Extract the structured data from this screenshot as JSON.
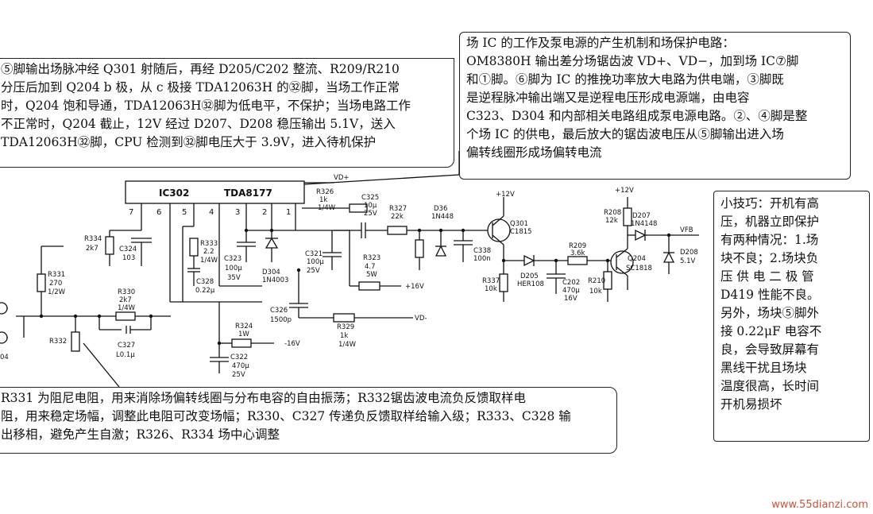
{
  "notes": {
    "top_left": [
      "⑤脚输出场脉冲经 Q301 射随后，再经 D205/C202 整流、R209/R210",
      "分压后加到 Q204 b 极，从 c 极接 TDA12063H 的㉜脚，当场工作正常",
      "时，Q204 饱和导通，TDA12063H㉜脚为低电平，不保护；当场电路工作",
      "不正常时，Q204 截止，12V 经过 D207、D208 稳压输出 5.1V，送入",
      "TDA12063H㉜脚，CPU 检测到㉜脚电压大于 3.9V，进入待机保护"
    ],
    "top_right": [
      "场 IC 的工作及泵电源的产生机制和场保护电路：",
      "OM8380H 输出差分场锯齿波 VD+、VD−，加到场 IC⑦脚",
      "和①脚。⑥脚为 IC 的推挽功率放大电路为供电端，③脚既",
      "是逆程脉冲输出端又是逆程电压形成电源端，由电容",
      "C323、D304 和内部相关电路组成泵电源电路。②、④脚是整",
      "个场 IC 的供电，最后放大的锯齿波电压从⑤脚输出进入场",
      "偏转线圈形成场偏转电流"
    ],
    "bottom": [
      "R331 为阻尼电阻，用来消除场偏转线圈与分布电容的自由振荡；R332锯齿波电流负反馈取样电",
      "阻，用来稳定场幅，调整此电阻可改变场幅；R330、C327 传递负反馈取样给输入级；R333、C328 输",
      "出移相，避免产生自激；R326、R334 场中心调整"
    ],
    "right": [
      "小技巧：开机有高",
      "压，机器立即保护",
      "有两种情况：1.场",
      "块不良；2.场块负",
      "压 供 电 二 极 管",
      "D419 性能不良。",
      "另外，场块⑤脚外",
      "接 0.22μF 电容不",
      "良，会导致屏幕有",
      "黑线干扰且场块",
      "温度很高，长时间",
      "开机易损坏"
    ]
  },
  "schematic": {
    "ic": {
      "ref": "IC302",
      "part": "TDA8177",
      "pins": [
        "7",
        "6",
        "5",
        "4",
        "3",
        "2",
        "1"
      ]
    },
    "components": {
      "r326": [
        "R326",
        "1k",
        "1/4W"
      ],
      "c325": [
        "C325",
        "10μ",
        "25V"
      ],
      "r327": [
        "R327",
        "22k"
      ],
      "d36": [
        "D36",
        "1N448"
      ],
      "q301": [
        "Q301",
        "C1815"
      ],
      "c338": [
        "C338",
        "100n"
      ],
      "r337": [
        "R337",
        "10k"
      ],
      "d205": [
        "D205",
        "HER108"
      ],
      "r209": [
        "R209",
        "3.6k"
      ],
      "c202": [
        "C202",
        "470μ",
        "16V"
      ],
      "r208": [
        "R208",
        "12k"
      ],
      "d207": [
        "D207",
        "1N4148"
      ],
      "q204": [
        "Q204",
        "SC1818"
      ],
      "r210": [
        "R210",
        "10k"
      ],
      "d208": [
        "D208",
        "5.1V"
      ],
      "r334": [
        "R334",
        "2k7"
      ],
      "c324": [
        "C324",
        "103"
      ],
      "r333": [
        "R333",
        "2.2",
        "1/4W"
      ],
      "c328": [
        "C328",
        "0.22μ"
      ],
      "c323": [
        "C323",
        "100μ",
        "35V"
      ],
      "d304": [
        "D304",
        "1N4003"
      ],
      "c321": [
        "C321",
        "100μ",
        "25V"
      ],
      "r323": [
        "R323",
        "4.7",
        "5W"
      ],
      "r331": [
        "R331",
        "270",
        "1/2W"
      ],
      "r330": [
        "R330",
        "2k7",
        "1/4W"
      ],
      "c327": [
        "C327",
        "L0.1μ"
      ],
      "r332": [
        "R332"
      ],
      "c326": [
        "C326",
        "1500p"
      ],
      "r324": [
        "R324",
        "1W"
      ],
      "r329": [
        "R329",
        "1k",
        "1/4W"
      ],
      "c322": [
        "C322",
        "470μ",
        "25V"
      ]
    },
    "nets": {
      "vd_plus": "VD+",
      "vd_minus": "VD-",
      "v12_a": "+12V",
      "v12_b": "+12V",
      "v16": "+16V",
      "vneg16": "-16V",
      "vfb": "VFB"
    },
    "ref_04": "04"
  },
  "watermark": "www.55dianzi.com"
}
